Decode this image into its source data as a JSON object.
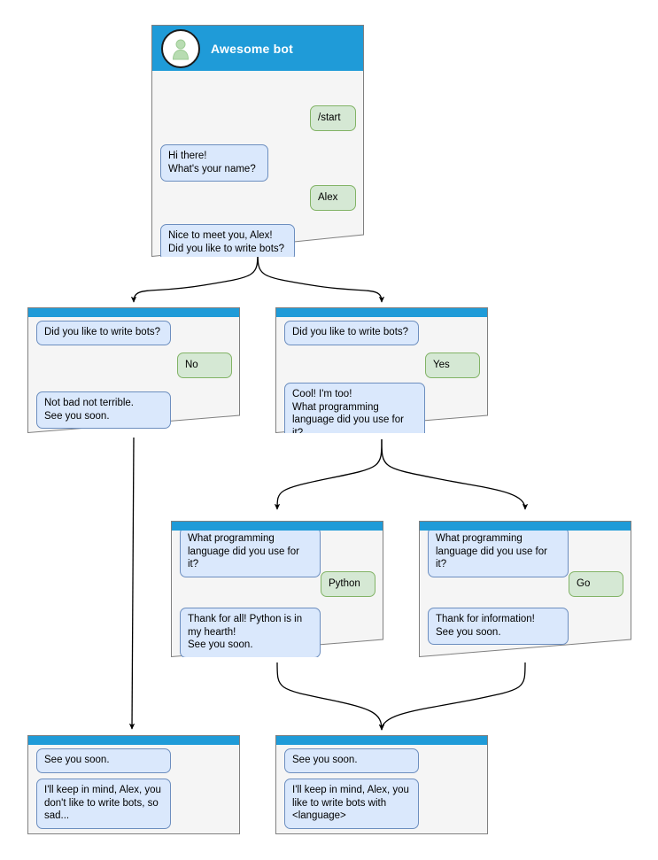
{
  "diagram": {
    "type": "bot-conversation-flowchart",
    "colors": {
      "header_blue": "#1f9bd8",
      "card_bg": "#f5f5f5",
      "card_border": "#808080",
      "bot_bubble_fill": "#dae8fc",
      "bot_bubble_border": "#6c8ebf",
      "user_bubble_fill": "#d5e8d4",
      "user_bubble_border": "#82b366",
      "edge": "#000000"
    }
  },
  "cards": {
    "root": {
      "title": "Awesome bot",
      "avatar_icon": "person-avatar-icon",
      "messages": [
        {
          "role": "user",
          "text": "/start"
        },
        {
          "role": "bot",
          "text": "Hi there!\nWhat's your name?"
        },
        {
          "role": "user",
          "text": "Alex"
        },
        {
          "role": "bot",
          "text": "Nice to meet you, Alex!\nDid you like to write bots?"
        }
      ]
    },
    "no_branch": {
      "messages": [
        {
          "role": "bot",
          "text": "Did you like to write bots?"
        },
        {
          "role": "user",
          "text": "No"
        },
        {
          "role": "bot",
          "text": "Not bad not terrible.\nSee you soon."
        }
      ]
    },
    "yes_branch": {
      "messages": [
        {
          "role": "bot",
          "text": "Did you like to write bots?"
        },
        {
          "role": "user",
          "text": "Yes"
        },
        {
          "role": "bot",
          "text": "Cool! I'm too!\nWhat programming\nlanguage did you use for it?"
        }
      ]
    },
    "python_branch": {
      "messages": [
        {
          "role": "bot",
          "text": "What programming\nlanguage did you use for it?"
        },
        {
          "role": "user",
          "text": "Python"
        },
        {
          "role": "bot",
          "text": "Thank for all! Python is in\nmy hearth!\nSee you soon."
        }
      ]
    },
    "go_branch": {
      "messages": [
        {
          "role": "bot",
          "text": "What programming\nlanguage did you use for it?"
        },
        {
          "role": "user",
          "text": "Go"
        },
        {
          "role": "bot",
          "text": "Thank for information!\nSee you soon."
        }
      ]
    },
    "end_no": {
      "messages": [
        {
          "role": "bot",
          "text": "See you soon."
        },
        {
          "role": "bot",
          "text": "I'll keep in mind, Alex, you\ndon't like to write bots, so\nsad..."
        }
      ]
    },
    "end_yes": {
      "messages": [
        {
          "role": "bot",
          "text": "See you soon."
        },
        {
          "role": "bot",
          "text": "I'll keep in mind, Alex, you\nlike to write bots with\n<language>"
        }
      ]
    }
  }
}
